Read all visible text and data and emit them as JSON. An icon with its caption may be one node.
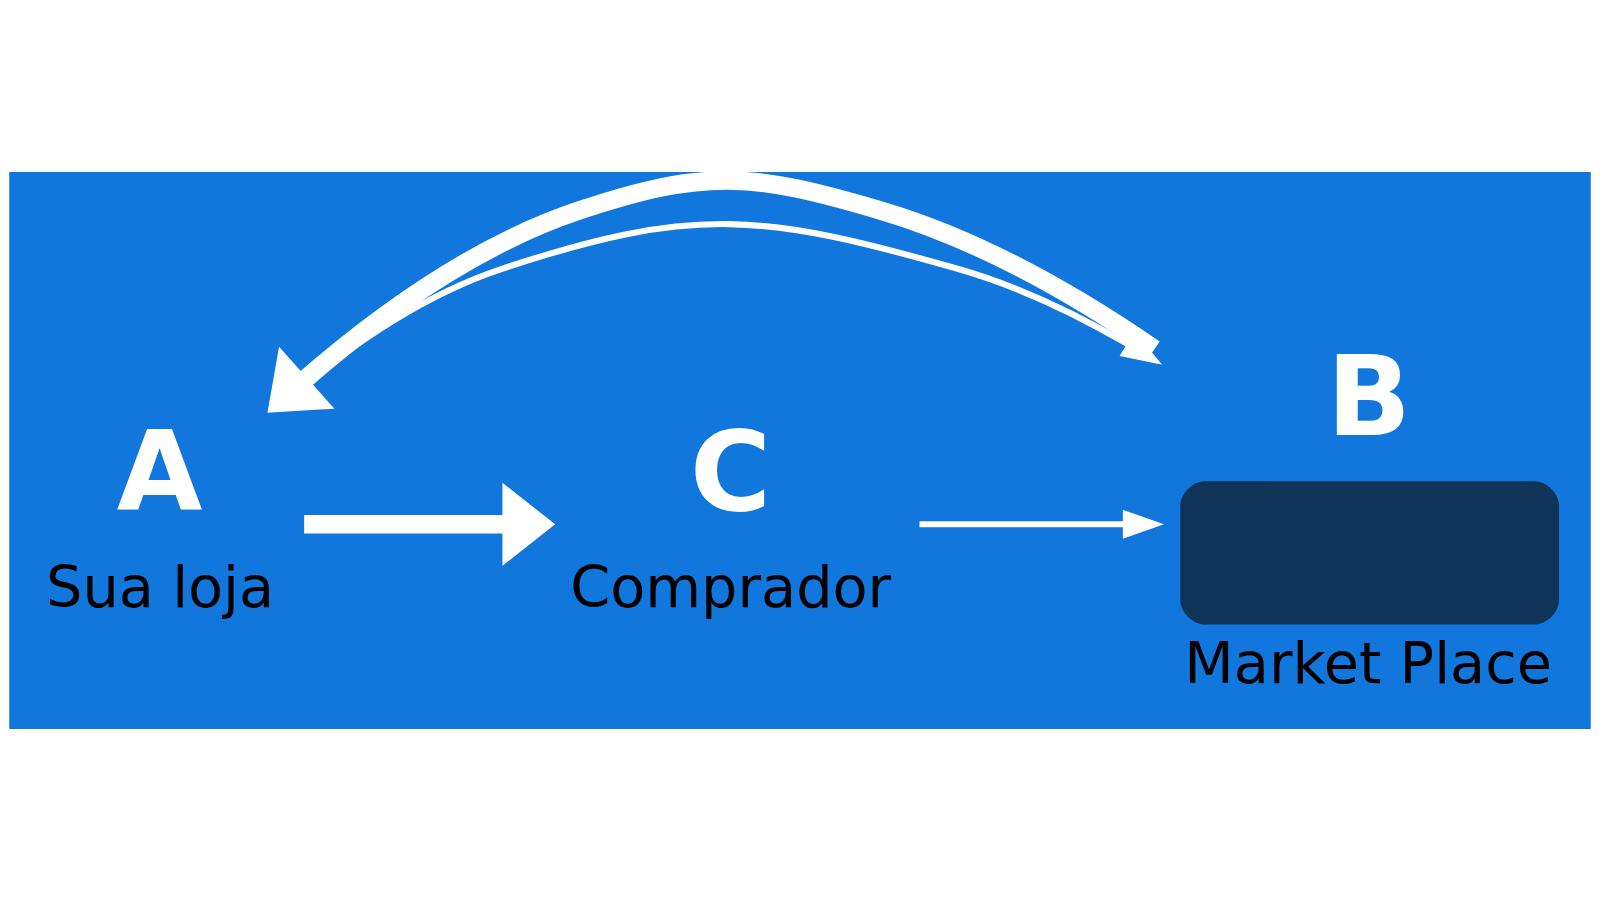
{
  "diagram": {
    "nodes": [
      {
        "text": [
          "A",
          "Sua loja"
        ]
      },
      {
        "text": [
          "B",
          "Market Place"
        ]
      },
      {
        "text": [
          "C",
          "Comprador"
        ]
      }
    ],
    "edges": [
      {
        "from": 0,
        "to": 1,
        "arrow": "to"
      },
      {
        "from": 2,
        "to": 1,
        "arrow": "to"
      },
      {
        "from": 0,
        "to": 2,
        "arrow": "to",
        "style": "thick"
      },
      {
        "from": 1,
        "to": 0,
        "arrow": "to",
        "style": "thick"
      }
    ]
  }
}
